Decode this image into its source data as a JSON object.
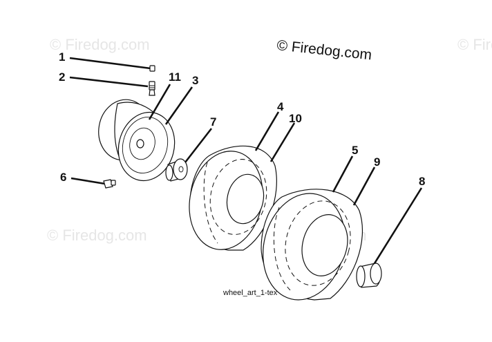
{
  "watermark": {
    "main": "© Firedog.com",
    "faint": "© Firedog.com"
  },
  "figure_label": "wheel_art_1-tex",
  "callouts": [
    "1",
    "2",
    "11",
    "3",
    "4",
    "10",
    "7",
    "5",
    "9",
    "8",
    "6"
  ],
  "parts": [
    "valve-cap",
    "valve-stem",
    "rim-front",
    "rim-rear",
    "front-tire",
    "front-inner-tube",
    "spacer-bushing",
    "rear-tire",
    "rear-inner-tube",
    "wheel-cap",
    "grease-fitting"
  ],
  "colors": {
    "ink": "#111111",
    "watermark_faint": "#e6e6e6",
    "background": "#ffffff"
  }
}
